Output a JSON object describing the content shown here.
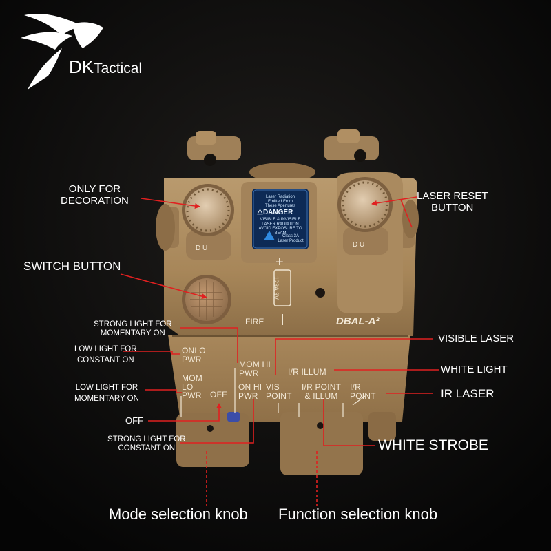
{
  "logo": {
    "letters": "DK",
    "word": "Tactical"
  },
  "callouts": {
    "only_for_decoration": "ONLY FOR\nDECORATION",
    "laser_reset_button": "LASER RESET\nBUTTON",
    "switch_button": "SWITCH BUTTON",
    "strong_momentary": "STRONG LIGHT FOR\nMOMENTARY ON",
    "low_constant": "LOW LIGHT FOR\nCONSTANT ON",
    "low_momentary": "LOW LIGHT FOR\nMOMENTARY ON",
    "off": "OFF",
    "strong_constant": "STRONG LIGHT FOR\nCONSTANT ON",
    "visible_laser": "VISIBLE LASER",
    "white_light": "WHITE LIGHT",
    "ir_laser": "IR LASER",
    "white_strobe": "WHITE STROBE",
    "mode_knob": "Mode selection knob",
    "function_knob": "Function selection knob"
  },
  "device_markings": {
    "model": "DBAL-A²",
    "fire": "FIRE",
    "battery": "123A 3V",
    "plus": "+",
    "on_lo_pwr": "ONLO\nPWR",
    "mom_lo_pwr": "MOM\nLO\nPWR",
    "off": "OFF",
    "mom_hi_pwr": "MOM HI\nPWR",
    "on_hi_pwr": "ON HI\nPWR",
    "vis_point": "VIS\nPOINT",
    "ir_illum": "I/R ILLUM",
    "ir_point_illum": "I/R POINT\n& ILLUM",
    "ir_point": "I/R\nPOINT",
    "warn_top": "Laser Radiation\nEmitted From\nThese Apertures",
    "warn_danger": "⚠DANGER",
    "warn_body": "VISIBLE & INVISIBLE\nLASER RADIATION\nAVOID EXPOSURE TO\nBEAM",
    "warn_class": "Class 3A\nLaser Product",
    "knob_letters_left": "D  U",
    "knob_letters_right": "D  U"
  },
  "colors": {
    "body": "#b08f63",
    "arrow": "#e02020",
    "background": "#000000",
    "text": "#ffffff"
  }
}
